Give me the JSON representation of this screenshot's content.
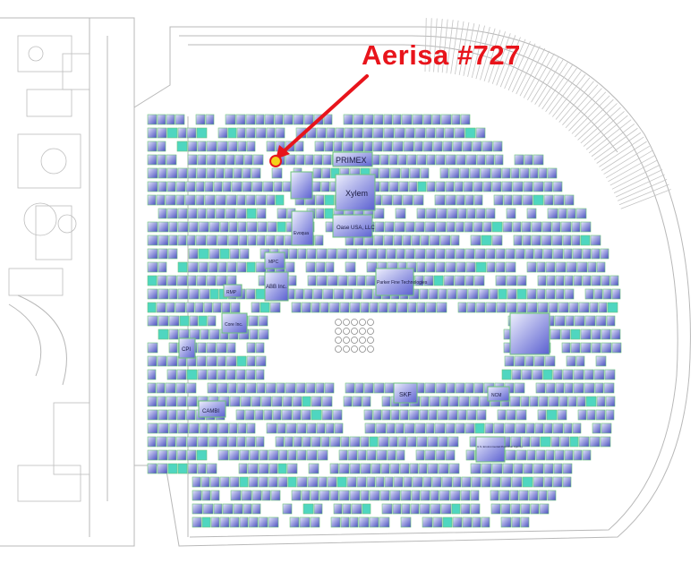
{
  "callout": {
    "label": "Aerisa #727",
    "color": "#e8141b",
    "marker_fill": "#f2d21a",
    "marker_stroke": "#e8141b"
  },
  "colors": {
    "booth_fill_light": "#d9dcf7",
    "booth_fill_dark": "#4a4fc0",
    "booth_stroke": "#6cc37a",
    "linework": "#b8b8b8",
    "accent_teal": "#4fd6c0"
  },
  "exhibitor_labels": {
    "primex": "PRIMEX",
    "xylem": "Xylem",
    "oase": "Oase USA, LLC",
    "abb": "ABB Inc.",
    "cambi": "CAMBI",
    "skf": "SKF",
    "ncm": "NCM",
    "parker": "Parker Fine Technologies",
    "core": "Core Inc.",
    "cpi": "CPI",
    "rmp": "RMP",
    "evoqua": "Evoqua",
    "mpc": "MPC",
    "environmental": "U.S. Environmental Protection Agency"
  }
}
